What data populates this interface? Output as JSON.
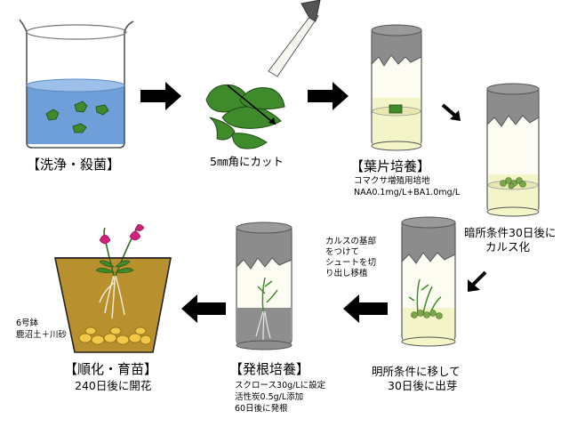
{
  "steps": {
    "wash": {
      "label": "【洗浄・殺菌】"
    },
    "cut": {
      "label": "5㎜角にカット"
    },
    "leaf_culture": {
      "label": "【葉片培養】",
      "medium": "コマクサ増殖用培地",
      "hormones": "NAA0.1mg/L+BA1.0mg/L"
    },
    "callus": {
      "line1": "暗所条件30日後に",
      "line2": "カルス化"
    },
    "shoot_cut": {
      "line1": "カルスの基部",
      "line2": "をつけて",
      "line3": "シュートを切",
      "line4": "り出し移植"
    },
    "budding": {
      "line1": "明所条件に移して",
      "line2": "30日後に出芽"
    },
    "rooting": {
      "label": "【発根培養】",
      "line1": "スクロース30g/Lに設定",
      "line2": "活性炭0.5g/L添加",
      "line3": "60日後に発根"
    },
    "acclimation": {
      "label": "【順化・育苗】",
      "line1": "240日後に開花",
      "pot": "6号鉢",
      "soil": "鹿沼土＋川砂"
    }
  },
  "colors": {
    "water": "#6f9fd8",
    "leaf": "#3f8a2b",
    "cap": "#8c8c8c",
    "medium": "#f3f4c8",
    "soil": "#b8902e",
    "pebble": "#f2c84b",
    "flower": "#d0207a"
  }
}
